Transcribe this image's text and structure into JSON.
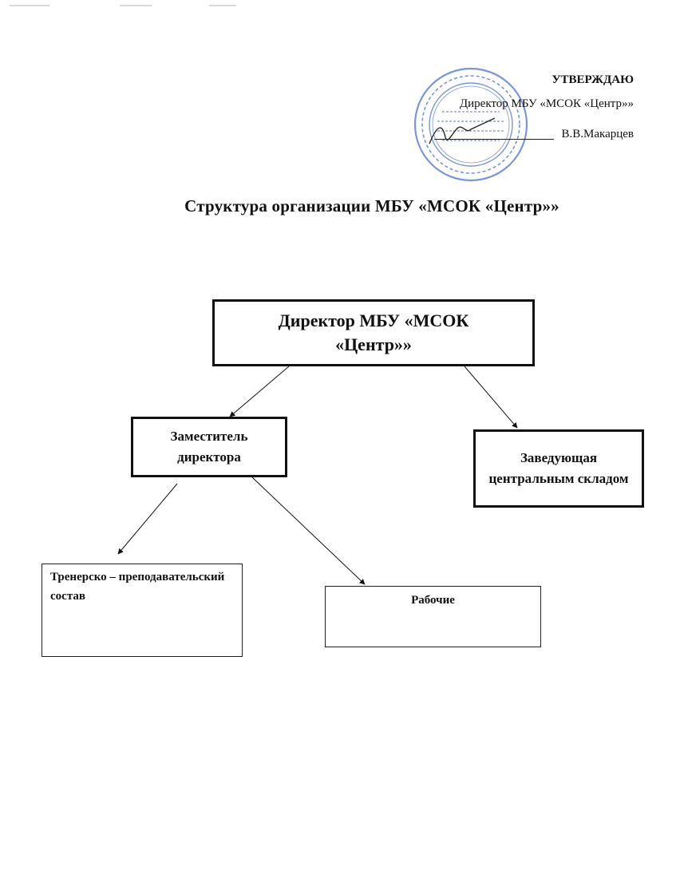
{
  "approval": {
    "heading": "УТВЕРЖДАЮ",
    "position": "Директор МБУ «МСОК «Центр»»",
    "name": "В.В.Макарцев"
  },
  "title": "Структура организации  МБУ «МСОК «Центр»»",
  "nodes": {
    "director": "Директор МБУ «МСОК «Центр»»",
    "deputy": "Заместитель директора",
    "warehouse": "Заведующая центральным складом",
    "trainers": "Тренерско  – преподавательский состав",
    "workers": "Рабочие"
  },
  "colors": {
    "stamp": "#4f73c9",
    "ink": "#111111"
  }
}
